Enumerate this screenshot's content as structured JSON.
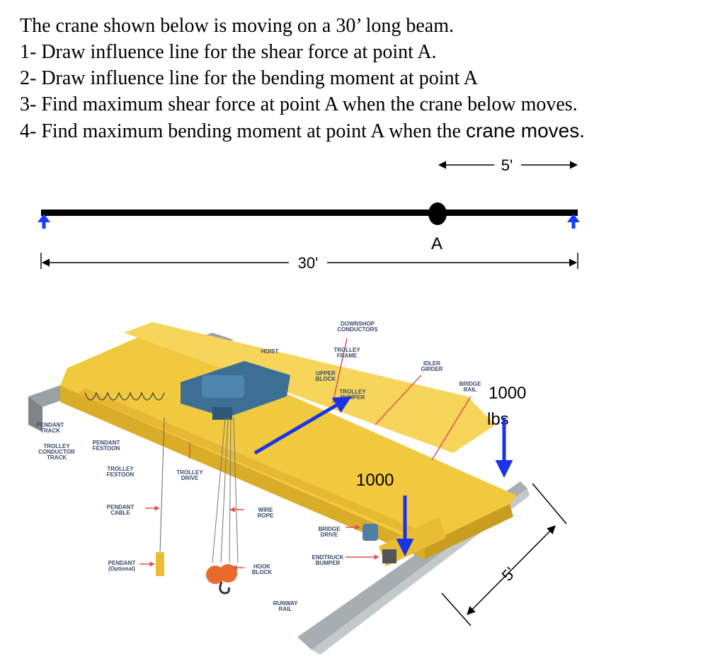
{
  "problem": {
    "intro": "The crane shown below is moving on a 30’ long beam.",
    "q1": "1- Draw influence line for the shear force at point A.",
    "q2": "2- Draw influence line for the bending moment at point A",
    "q3": "3- Find maximum shear force at point A when the crane below moves.",
    "q4_serif": "4- Find maximum bending moment at point A when the ",
    "q4_sans": "crane moves."
  },
  "beam": {
    "dim_short": "5'",
    "point_label": "A",
    "dim_span": "30'"
  },
  "crane": {
    "load_right_value": "1000",
    "load_right_unit": "lbs",
    "load_left": "1000",
    "wheel_spacing": "5'",
    "labels": {
      "downshop": [
        "DOWNSHOP",
        "CONDUCTORS"
      ],
      "trolley_frame": [
        "TROLLEY",
        "FRAME"
      ],
      "hoist": [
        "HOIST"
      ],
      "upper_block": [
        "UPPER",
        "BLOCK"
      ],
      "trolley_bumper": [
        "TROLLEY",
        "BUMPER"
      ],
      "idler_girder": [
        "IDLER",
        "GIRDER"
      ],
      "bridge_rail": [
        "BRIDGE",
        "RAIL"
      ],
      "pendant_track": [
        "PENDANT",
        "TRACK"
      ],
      "trolley_conductor": [
        "TROLLEY",
        "CONDUCTOR",
        "TRACK"
      ],
      "pendant_festoon": [
        "PENDANT",
        "FESTOON"
      ],
      "trolley_festoon": [
        "TROLLEY",
        "FESTOON"
      ],
      "trolley_drive": [
        "TROLLEY",
        "DRIVE"
      ],
      "pendant_cable": [
        "PENDANT",
        "CABLE"
      ],
      "wire_rope": [
        "WIRE",
        "ROPE"
      ],
      "bridge_drive": [
        "BRIDGE",
        "DRIVE"
      ],
      "pendant_optional": [
        "PENDANT",
        "(Optional)"
      ],
      "hook_block": [
        "HOOK",
        "BLOCK"
      ],
      "endtruck_bumper": [
        "ENDTRUCK",
        "BUMPER"
      ],
      "runway_rail": [
        "RUNWAY",
        "RAIL"
      ]
    }
  },
  "colors": {
    "beam": "#000000",
    "support_arrow": "#1a3cff",
    "load_arrow": "#1a33e6",
    "crane_yellow": "#f5cf4a",
    "label_text": "#3a4a6a",
    "leader_red": "#e05050"
  }
}
